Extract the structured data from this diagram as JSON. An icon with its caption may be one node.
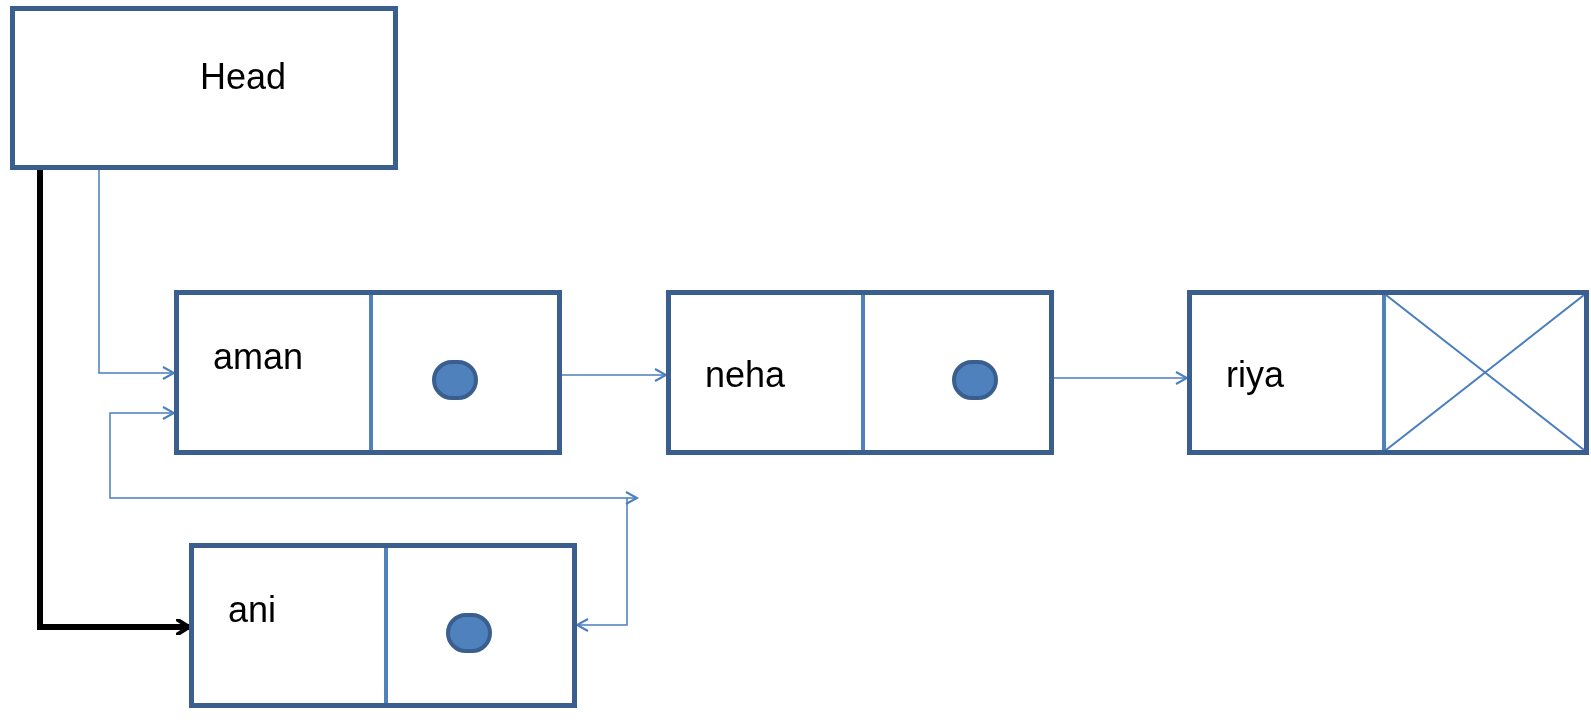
{
  "diagram": {
    "nodes": [
      {
        "text": [
          "Head"
        ]
      },
      {
        "text": [
          "aman"
        ]
      },
      {
        "text": [
          "neha"
        ]
      },
      {
        "text": [
          "riya"
        ]
      },
      {
        "text": [
          "ani"
        ]
      }
    ],
    "edges": [
      {
        "from": 0,
        "to": 1,
        "arrow": "to"
      },
      {
        "from": 0,
        "to": 4,
        "arrow": "to",
        "style": "thick",
        "color": "#000000"
      },
      {
        "from": 1,
        "to": 2,
        "arrow": "to"
      },
      {
        "from": 2,
        "to": 3,
        "arrow": "to"
      },
      {
        "from": 1,
        "to": null,
        "arrow": "both"
      },
      {
        "from": null,
        "to": 4,
        "arrow": "to"
      }
    ]
  }
}
